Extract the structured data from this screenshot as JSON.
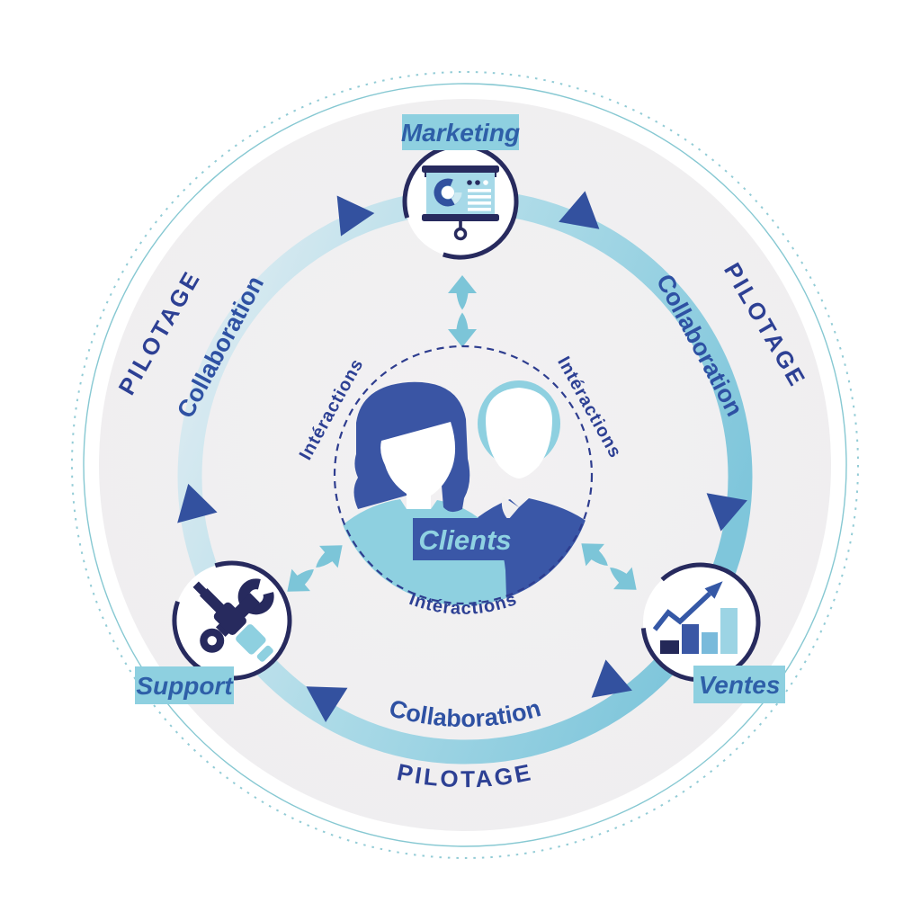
{
  "diagram": {
    "title_hint": "CRM circular diagram",
    "center": {
      "label": "Clients",
      "icon": "customers-icon"
    },
    "nodes": {
      "marketing": {
        "label": "Marketing",
        "icon": "presentation-chart-icon",
        "position": "top"
      },
      "ventes": {
        "label": "Ventes",
        "icon": "sales-growth-chart-icon",
        "position": "bottom-right"
      },
      "support": {
        "label": "Support",
        "icon": "tools-icon",
        "position": "bottom-left"
      }
    },
    "ring_labels": {
      "collaboration_left": "Collaboration",
      "collaboration_right": "Collaboration",
      "collaboration_bottom": "Collaboration"
    },
    "pilotage_labels": {
      "left": "PILOTAGE",
      "right": "PILOTAGE",
      "bottom": "PILOTAGE"
    },
    "interaction_labels": {
      "left": "Intéractions",
      "right": "Intéractions",
      "bottom": "Intéractions"
    },
    "colors": {
      "navy": "#272a5e",
      "medium_blue": "#3a57a7",
      "triangle_blue": "#33519f",
      "light_blue": "#8ed0e0",
      "screen_blue": "#a6d9e8",
      "arrow_blue": "#7cc5d8",
      "ring_pale": "#dcebf1",
      "ring_strong": "#7fc6db",
      "gray_circle": "#f0eff0",
      "outer_teal": "#7cc4ce",
      "text_indigo": "#2d4094",
      "collab_text": "#2e51a3",
      "label_text": "#2e5fa8",
      "clients_text": "#8fd2e2",
      "white": "#ffffff"
    }
  }
}
